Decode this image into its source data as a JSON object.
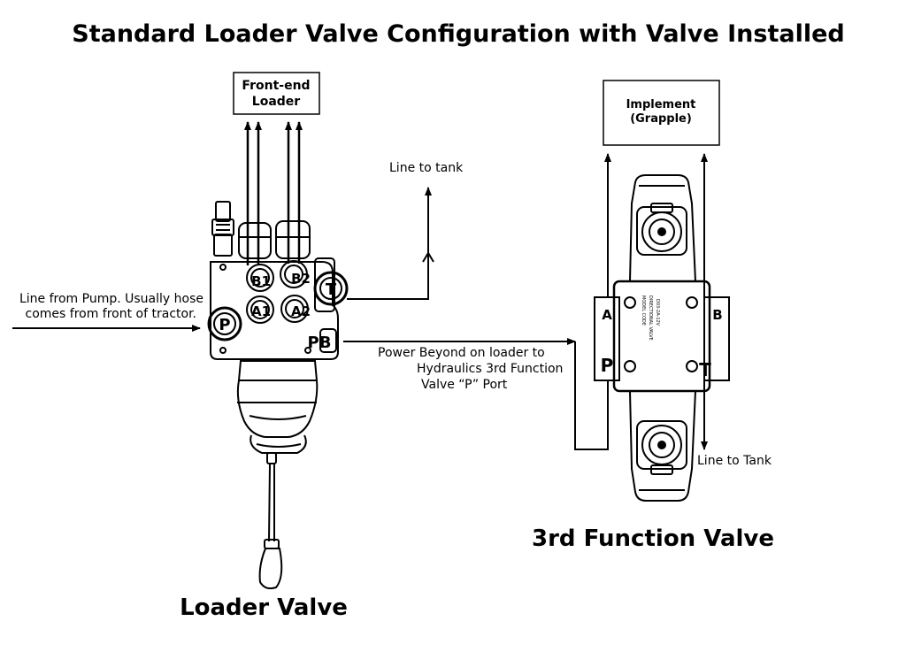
{
  "title": "Standard Loader Valve Configuration with Valve Installed",
  "captions": {
    "loader_valve": "Loader Valve",
    "third_function_valve": "3rd Function Valve"
  },
  "boxes": {
    "front_end_loader": [
      "Front-end",
      "Loader"
    ],
    "implement": [
      "Implement",
      "(Grapple)"
    ]
  },
  "annotations": {
    "line_to_tank_top": "Line to tank",
    "line_from_pump": [
      "Line from Pump. Usually hose",
      "comes from front of tractor."
    ],
    "power_beyond": [
      "Power Beyond on loader to",
      "Hydraulics 3rd Function",
      "Valve “P” Port"
    ],
    "line_to_tank_right": "Line to Tank"
  },
  "loader_ports": {
    "b1": "B1",
    "b2": "B2",
    "a1": "A1",
    "a2": "A2",
    "t": "T",
    "p": "P",
    "pb": "PB"
  },
  "third_ports": {
    "a": "A",
    "b": "B",
    "p": "P",
    "t": "T"
  },
  "valve_body_text": [
    "D03-2A-12V",
    "DIRECTIONAL VALVE",
    "MODEL CODE"
  ]
}
